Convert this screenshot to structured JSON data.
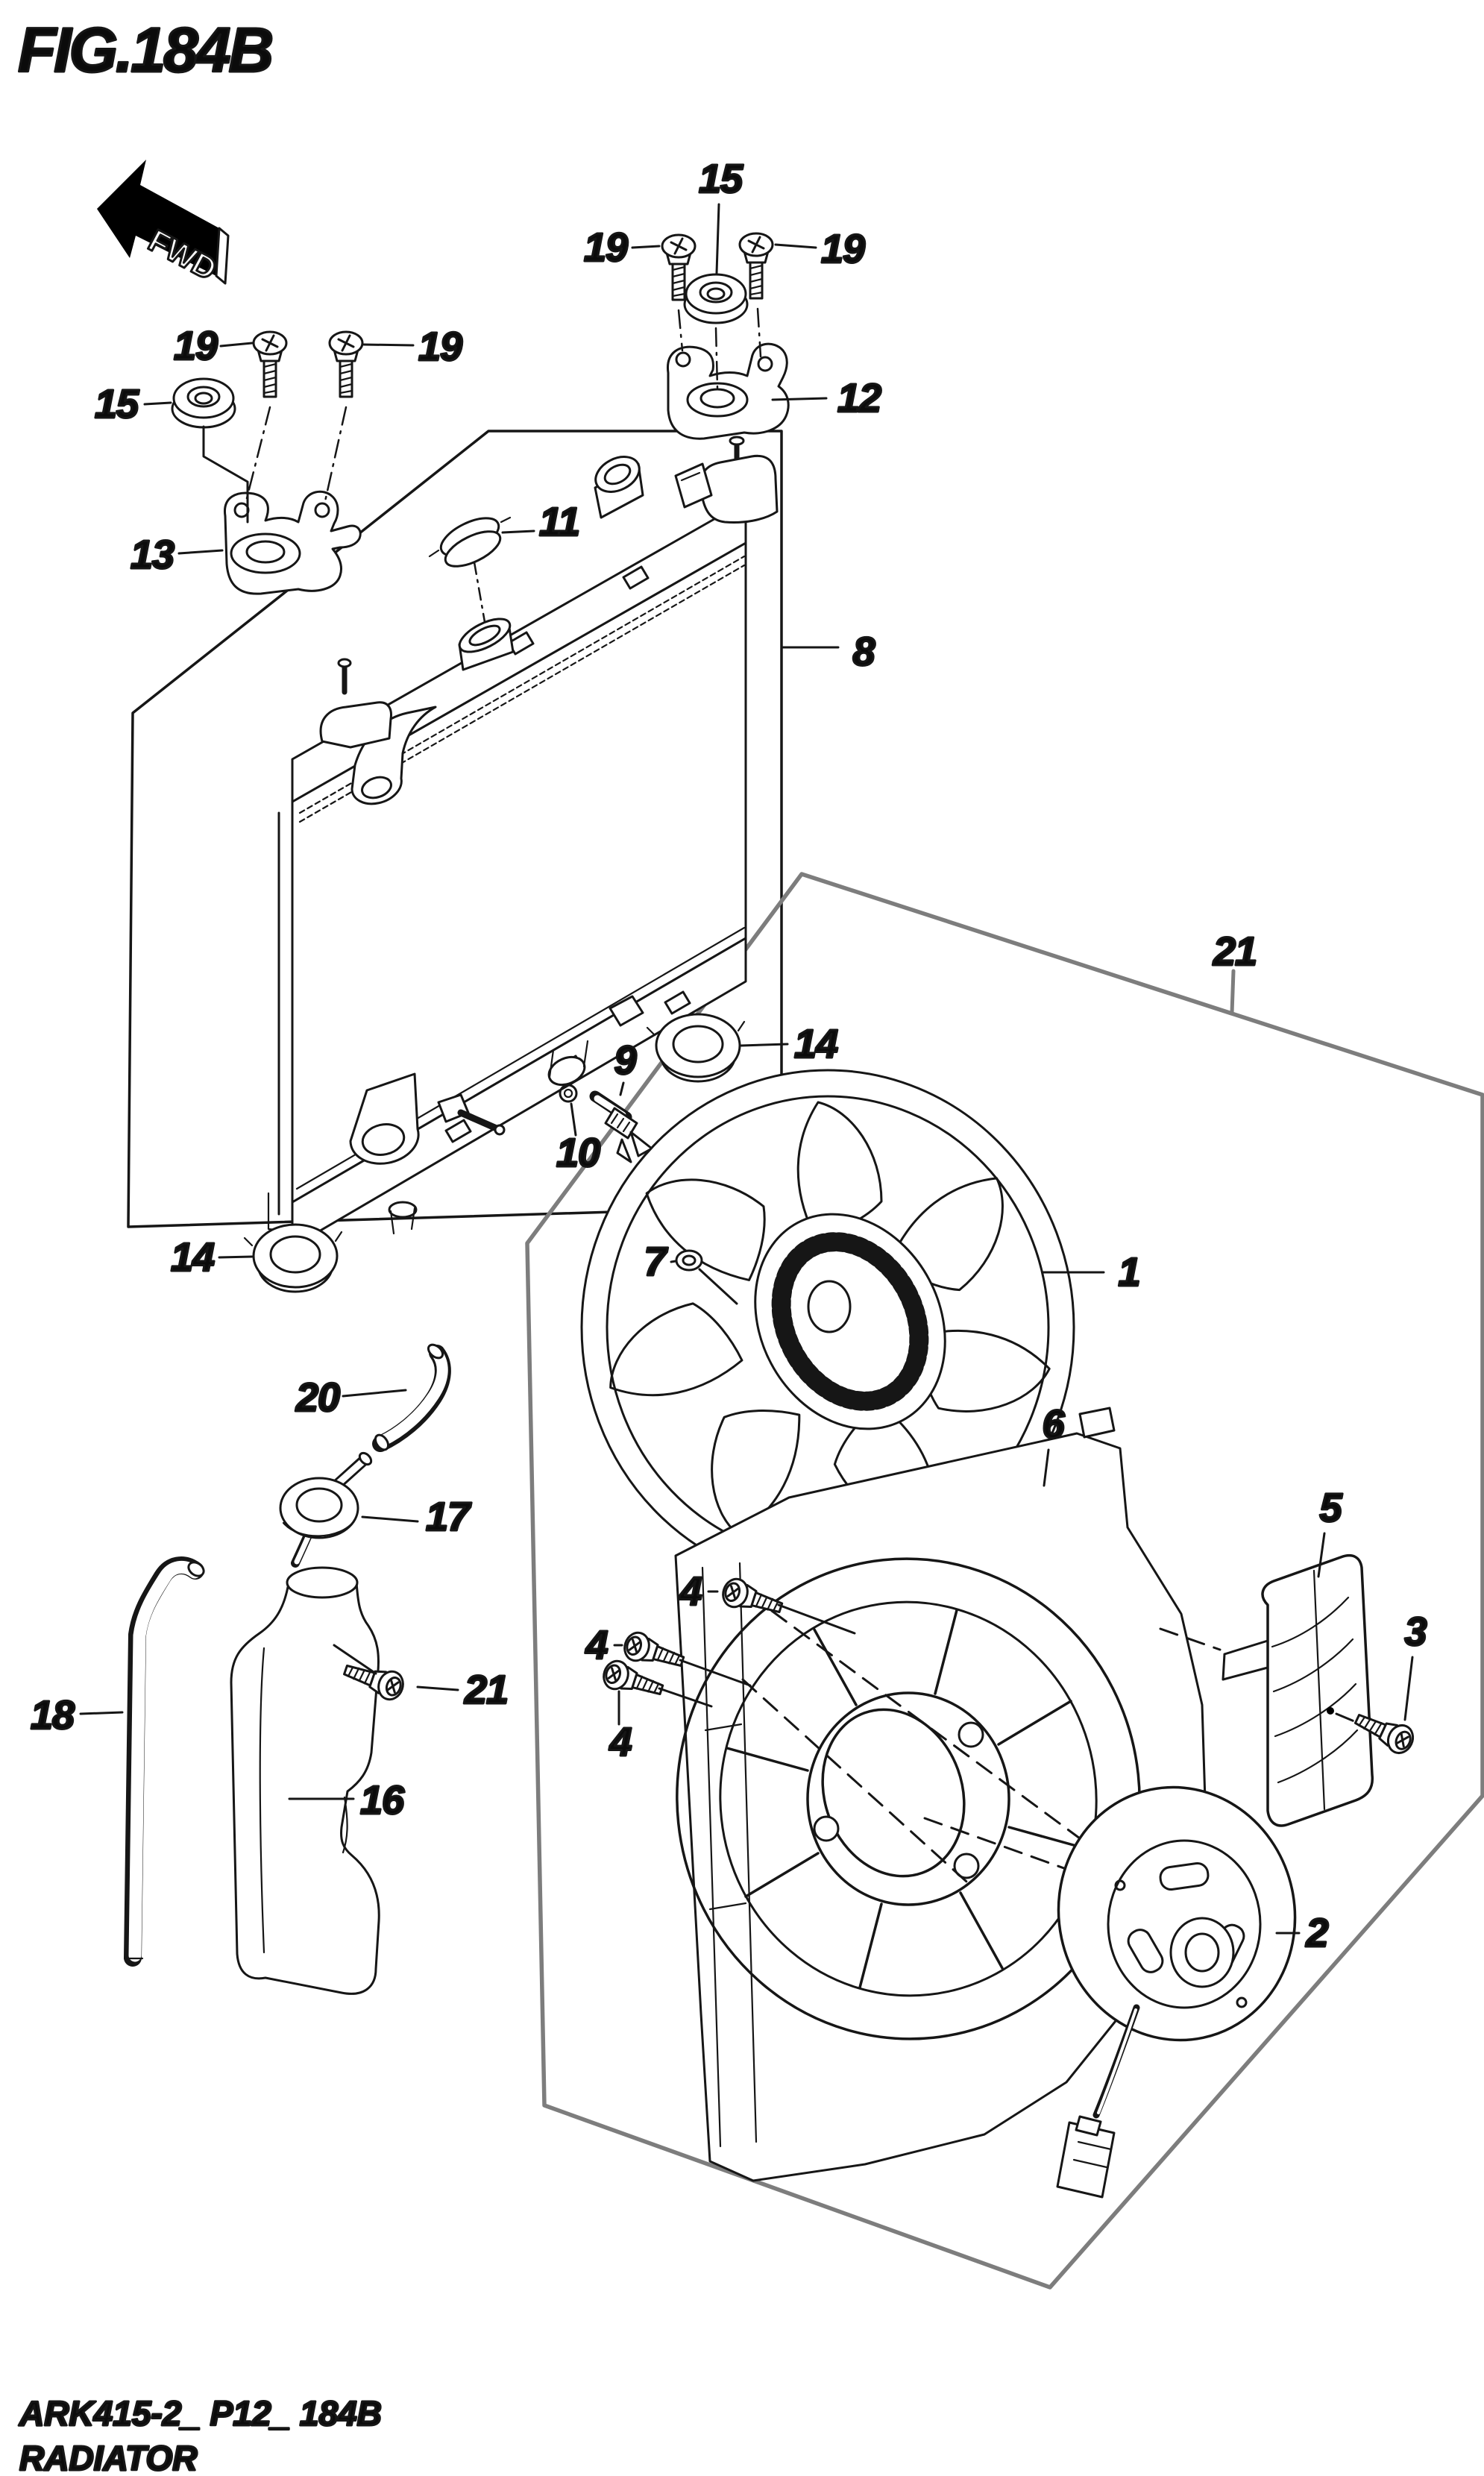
{
  "figure": {
    "title": "FIG.184B",
    "direction_label": "FWD"
  },
  "footer": {
    "code": "ARK415-2_ P12_ 184B",
    "sheet_name": "RADIATOR"
  },
  "colors": {
    "line": "#161616",
    "group_outline": "#7d7d7d",
    "background": "#ffffff",
    "arrow_fill": "#000000"
  },
  "callouts": [
    {
      "label": "15"
    },
    {
      "label": "19"
    },
    {
      "label": "19"
    },
    {
      "label": "12"
    },
    {
      "label": "19"
    },
    {
      "label": "19"
    },
    {
      "label": "15"
    },
    {
      "label": "13"
    },
    {
      "label": "11"
    },
    {
      "label": "8"
    },
    {
      "label": "21"
    },
    {
      "label": "14"
    },
    {
      "label": "9"
    },
    {
      "label": "10"
    },
    {
      "label": "14"
    },
    {
      "label": "20"
    },
    {
      "label": "17"
    },
    {
      "label": "18"
    },
    {
      "label": "21"
    },
    {
      "label": "16"
    },
    {
      "label": "7"
    },
    {
      "label": "1"
    },
    {
      "label": "6"
    },
    {
      "label": "5"
    },
    {
      "label": "3"
    },
    {
      "label": "4"
    },
    {
      "label": "4"
    },
    {
      "label": "4"
    },
    {
      "label": "2"
    }
  ]
}
